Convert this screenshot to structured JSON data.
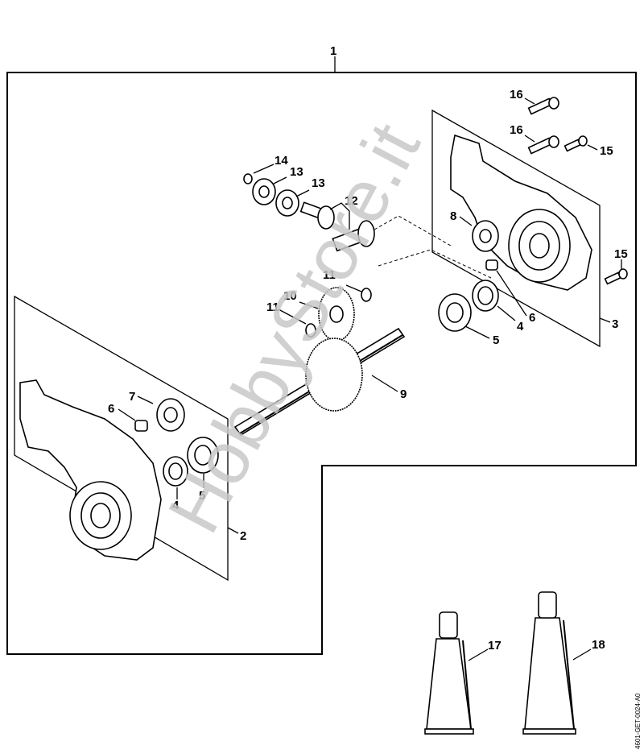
{
  "diagram": {
    "title": "Gear housing exploded view",
    "document_id": "4601-GET-0024-A0",
    "watermark": "HobbyStore.it",
    "callouts": [
      {
        "id": "c1",
        "label": "1",
        "part": "gear-assembly-complete"
      },
      {
        "id": "c2",
        "label": "2",
        "part": "gear-housing-left"
      },
      {
        "id": "c3",
        "label": "3",
        "part": "gear-housing-right"
      },
      {
        "id": "c4a",
        "label": "4",
        "part": "shaft-seal"
      },
      {
        "id": "c4b",
        "label": "4",
        "part": "shaft-seal"
      },
      {
        "id": "c5a",
        "label": "5",
        "part": "ball-bearing"
      },
      {
        "id": "c5b",
        "label": "5",
        "part": "ball-bearing"
      },
      {
        "id": "c6a",
        "label": "6",
        "part": "needle-sleeve"
      },
      {
        "id": "c6b",
        "label": "6",
        "part": "needle-sleeve"
      },
      {
        "id": "c7",
        "label": "7",
        "part": "ball-bearing"
      },
      {
        "id": "c8",
        "label": "8",
        "part": "ball-bearing"
      },
      {
        "id": "c9",
        "label": "9",
        "part": "output-shaft"
      },
      {
        "id": "c10",
        "label": "10",
        "part": "spur-gear"
      },
      {
        "id": "c11a",
        "label": "11",
        "part": "washer"
      },
      {
        "id": "c11b",
        "label": "11",
        "part": "washer"
      },
      {
        "id": "c12",
        "label": "12",
        "part": "bevel-gear-set"
      },
      {
        "id": "c13a",
        "label": "13",
        "part": "ball-bearing"
      },
      {
        "id": "c13b",
        "label": "13",
        "part": "ball-bearing"
      },
      {
        "id": "c14",
        "label": "14",
        "part": "circlip"
      },
      {
        "id": "c15a",
        "label": "15",
        "part": "screw"
      },
      {
        "id": "c15b",
        "label": "15",
        "part": "screw"
      },
      {
        "id": "c16a",
        "label": "16",
        "part": "screw"
      },
      {
        "id": "c16b",
        "label": "16",
        "part": "screw"
      },
      {
        "id": "c17",
        "label": "17",
        "part": "grease-tube-small"
      },
      {
        "id": "c18",
        "label": "18",
        "part": "grease-tube-large"
      }
    ]
  }
}
